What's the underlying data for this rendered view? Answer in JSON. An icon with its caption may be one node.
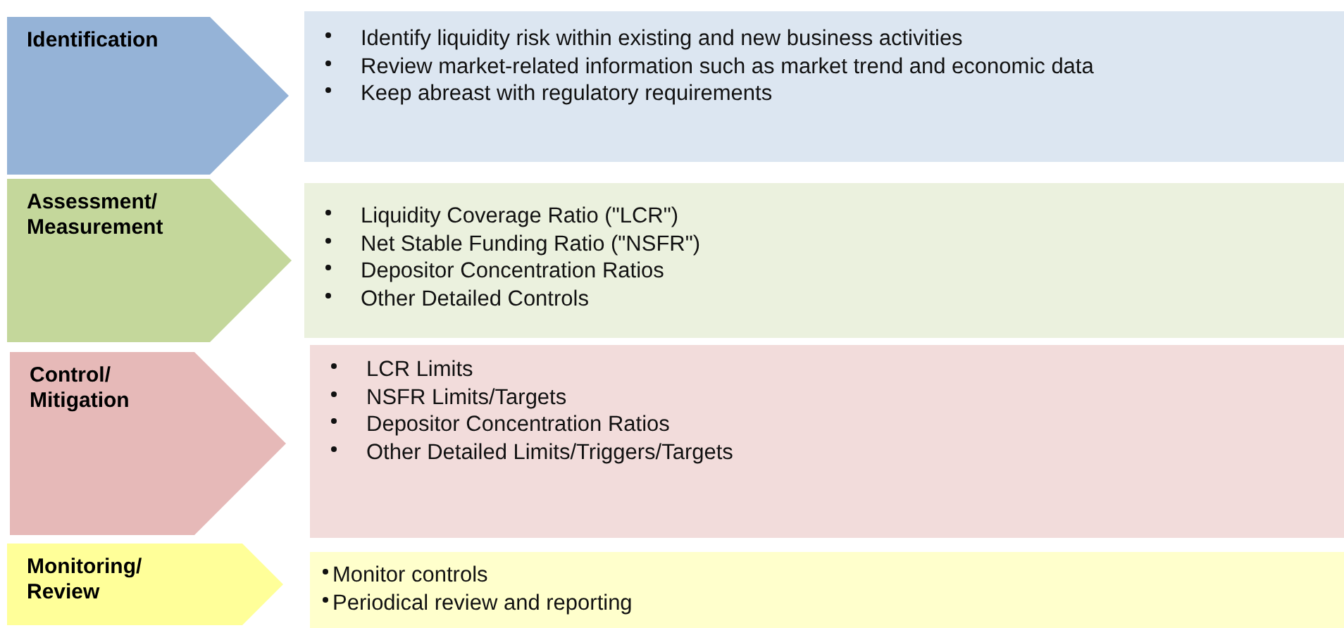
{
  "diagram": {
    "nodes": [
      {
        "text": [
          "Identification"
        ]
      },
      {
        "text": [
          "Identify liquidity risk within existing and new business activities",
          "Review market-related information such as market trend and economic data",
          "Keep abreast with regulatory requirements"
        ]
      },
      {
        "text": [
          "Assessment/ Measurement"
        ]
      },
      {
        "text": [
          "Liquidity Coverage Ratio (\"LCR\")",
          "Net Stable Funding Ratio  (\"NSFR\")",
          "Depositor Concentration Ratios",
          "Other Detailed Controls"
        ]
      },
      {
        "text": [
          "Control/ Mitigation"
        ]
      },
      {
        "text": [
          "LCR Limits",
          "NSFR Limits/Targets",
          "Depositor Concentration Ratios",
          "Other Detailed Limits/Triggers/Targets"
        ]
      },
      {
        "text": [
          "Monitoring/ Review"
        ]
      },
      {
        "text": [
          "Monitor controls",
          "Periodical review and reporting"
        ]
      }
    ]
  }
}
